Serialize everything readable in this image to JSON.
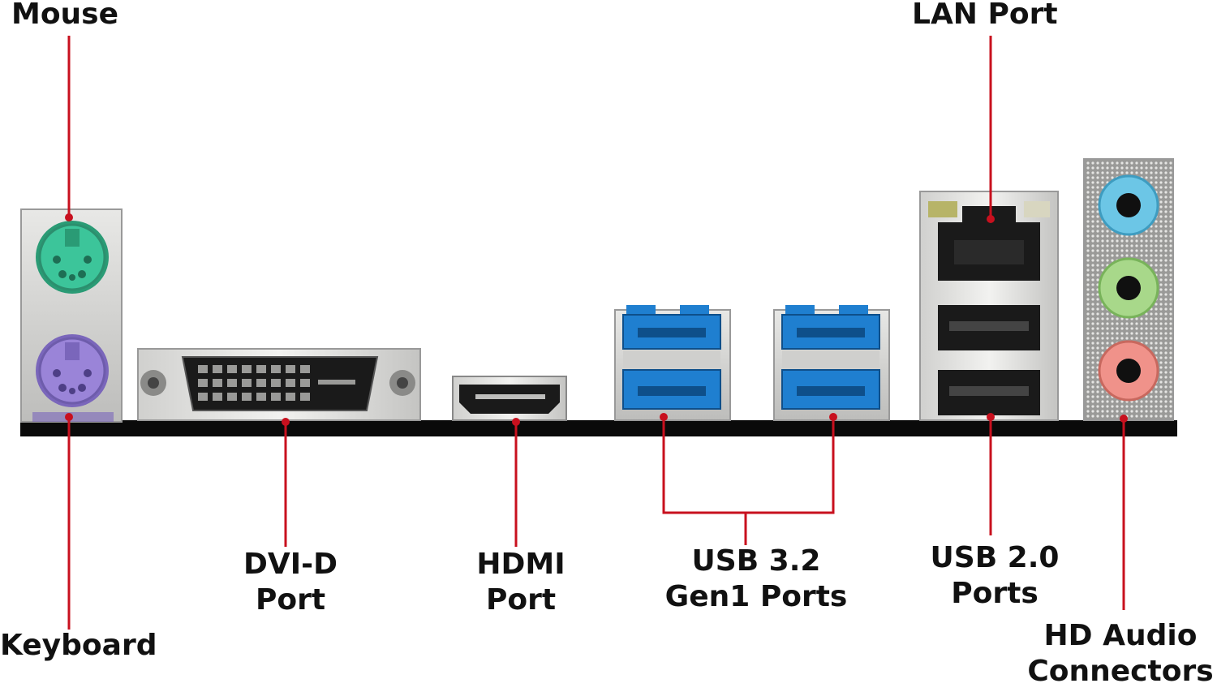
{
  "labels": {
    "mouse": "Mouse",
    "lan_port": "LAN Port",
    "keyboard": "Keyboard",
    "dvi": [
      "DVI-D",
      "Port"
    ],
    "hdmi": [
      "HDMI",
      "Port"
    ],
    "usb32": [
      "USB 3.2",
      "Gen1 Ports"
    ],
    "usb20": [
      "USB 2.0",
      "Ports"
    ],
    "audio": [
      "HD Audio",
      "Connectors"
    ]
  },
  "colors": {
    "leader_line": "#c8101e",
    "ps2_mouse": "#3cc59a",
    "ps2_keyboard": "#9a84d8",
    "usb3_blue": "#1f7fd0",
    "audio_blue": "#6cc6e6",
    "audio_green": "#a8d88a",
    "audio_pink": "#f0928a",
    "board": "#0a0a0a"
  }
}
